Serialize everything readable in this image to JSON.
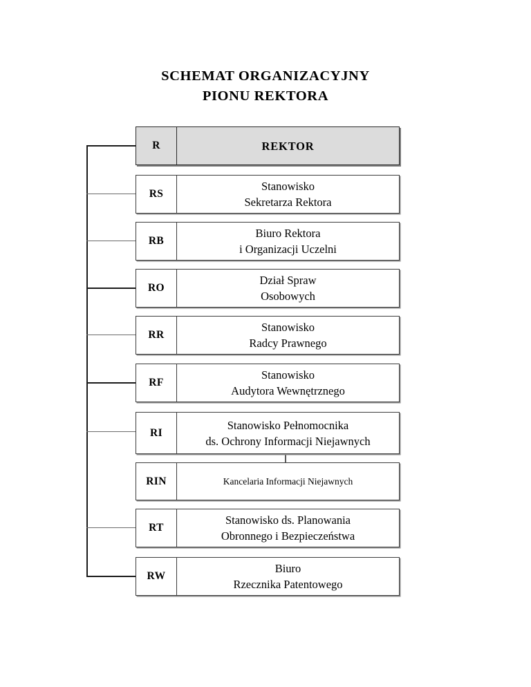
{
  "document": {
    "title_lines": [
      "SCHEMAT ORGANIZACYJNY",
      "PIONU REKTORA"
    ],
    "language": "pl"
  },
  "colors": {
    "root_fill": "#dcdcdc",
    "box_fill": "#ffffff",
    "border": "#3c3c3c",
    "line": "#1a1a1a",
    "text": "#000000"
  },
  "chart": {
    "type": "org-chart",
    "root": {
      "code": "R",
      "label_lines": [
        "REKTOR"
      ],
      "highlighted": true
    },
    "nodes": [
      {
        "code": "RS",
        "label_lines": [
          "Stanowisko",
          "Sekretarza Rektora"
        ],
        "level": 1,
        "connected_to": "R"
      },
      {
        "code": "RB",
        "label_lines": [
          "Biuro Rektora",
          "i Organizacji Uczelni"
        ],
        "level": 1,
        "connected_to": "R"
      },
      {
        "code": "RO",
        "label_lines": [
          "Dział Spraw",
          "Osobowych"
        ],
        "level": 1,
        "connected_to": "R"
      },
      {
        "code": "RR",
        "label_lines": [
          "Stanowisko",
          "Radcy Prawnego"
        ],
        "level": 1,
        "connected_to": "R"
      },
      {
        "code": "RF",
        "label_lines": [
          "Stanowisko",
          "Audytora Wewnętrznego"
        ],
        "level": 1,
        "connected_to": "R"
      },
      {
        "code": "RI",
        "label_lines": [
          "Stanowisko Pełnomocnika",
          "ds. Ochrony Informacji Niejawnych"
        ],
        "level": 1,
        "connected_to": "R"
      },
      {
        "code": "RIN",
        "label_lines": [
          "Kancelaria Informacji Niejawnych"
        ],
        "level": 2,
        "connected_to": "RI",
        "small_text": true
      },
      {
        "code": "RT",
        "label_lines": [
          "Stanowisko ds. Planowania",
          "Obronnego i Bezpieczeństwa"
        ],
        "level": 1,
        "connected_to": "R"
      },
      {
        "code": "RW",
        "label_lines": [
          "Biuro",
          "Rzecznika Patentowego"
        ],
        "level": 1,
        "connected_to": "R"
      }
    ]
  }
}
